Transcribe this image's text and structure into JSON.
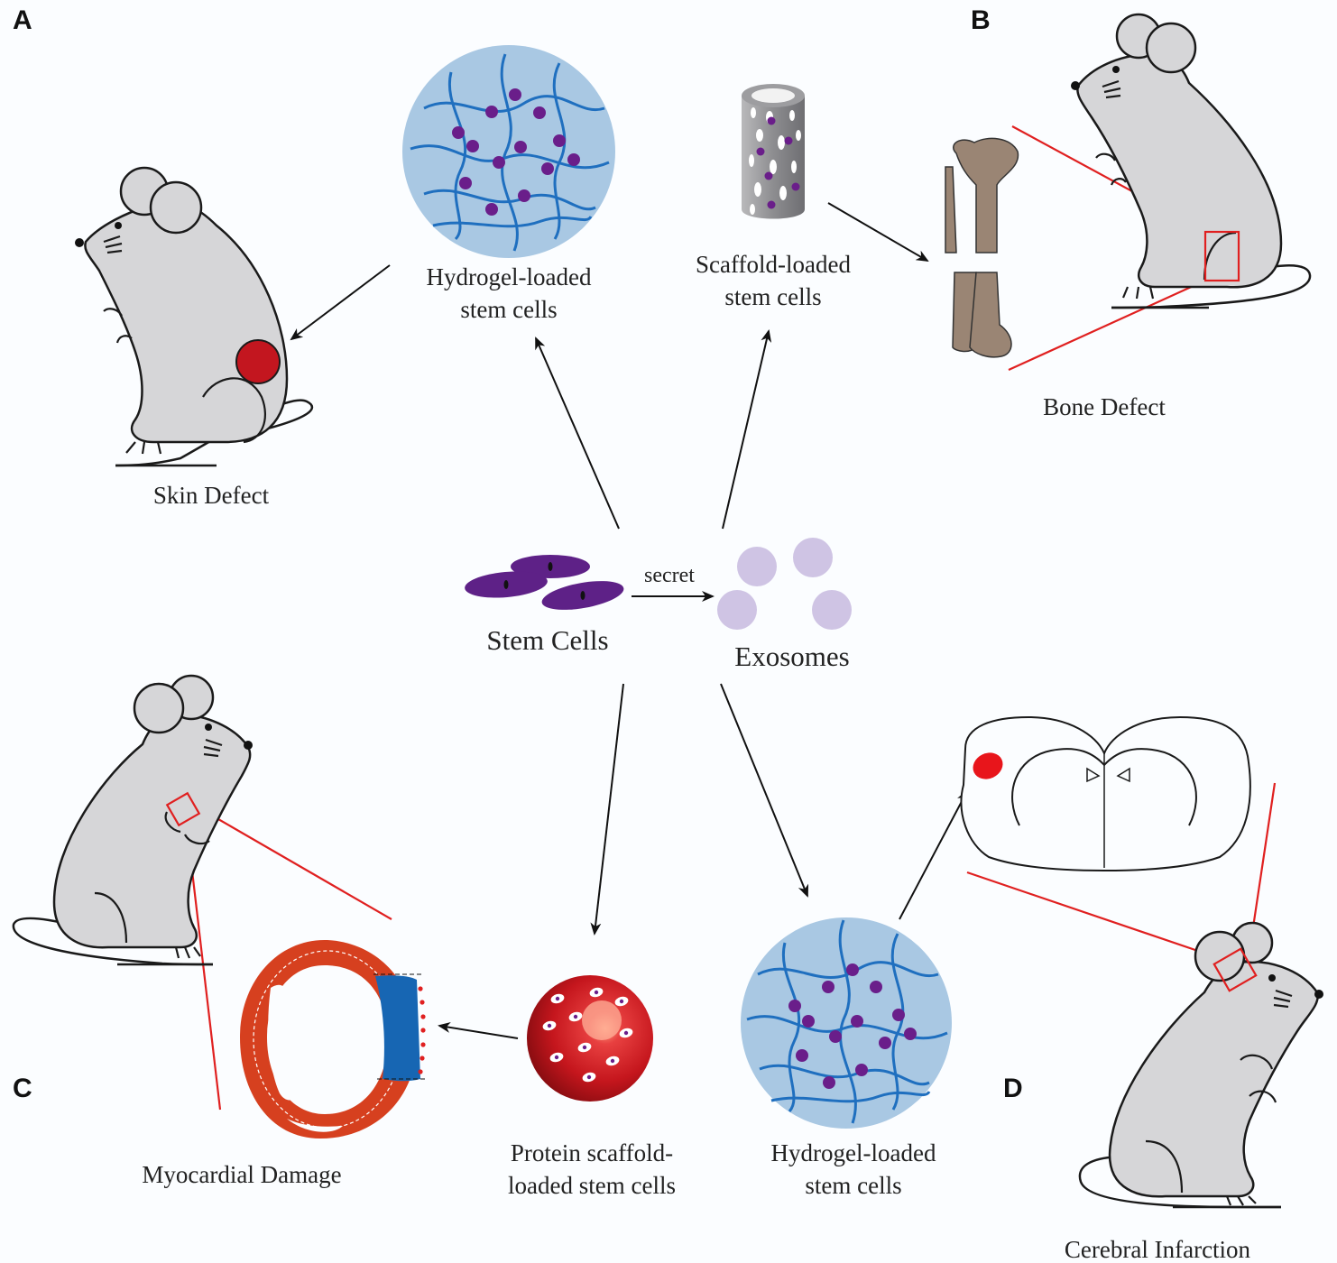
{
  "panels": {
    "a": "A",
    "b": "B",
    "c": "C",
    "d": "D"
  },
  "labels": {
    "skin_defect": "Skin Defect",
    "bone_defect": "Bone Defect",
    "myocardial_damage": "Myocardial Damage",
    "cerebral_infarction": "Cerebral Infarction",
    "hydrogel_top_line1": "Hydrogel-loaded",
    "hydrogel_top_line2": "stem cells",
    "scaffold_line1": "Scaffold-loaded",
    "scaffold_line2": "stem cells",
    "stem_cells": "Stem Cells",
    "secret": "secret",
    "exosomes": "Exosomes",
    "protein_line1": "Protein scaffold-",
    "protein_line2": "loaded stem cells",
    "hydrogel_bottom_line1": "Hydrogel-loaded",
    "hydrogel_bottom_line2": "stem cells"
  },
  "colors": {
    "hydrogel_bg": "#a9c8e3",
    "fiber": "#1f6fbf",
    "cell": "#6a1e8a",
    "exosome": "#cfc4e4",
    "mouse": "#d6d6d8",
    "bone": "#9a8574",
    "heart": "#d6401f",
    "infarct": "#1766b3",
    "lesion": "#e8151b",
    "zoom_line": "#e02020"
  }
}
